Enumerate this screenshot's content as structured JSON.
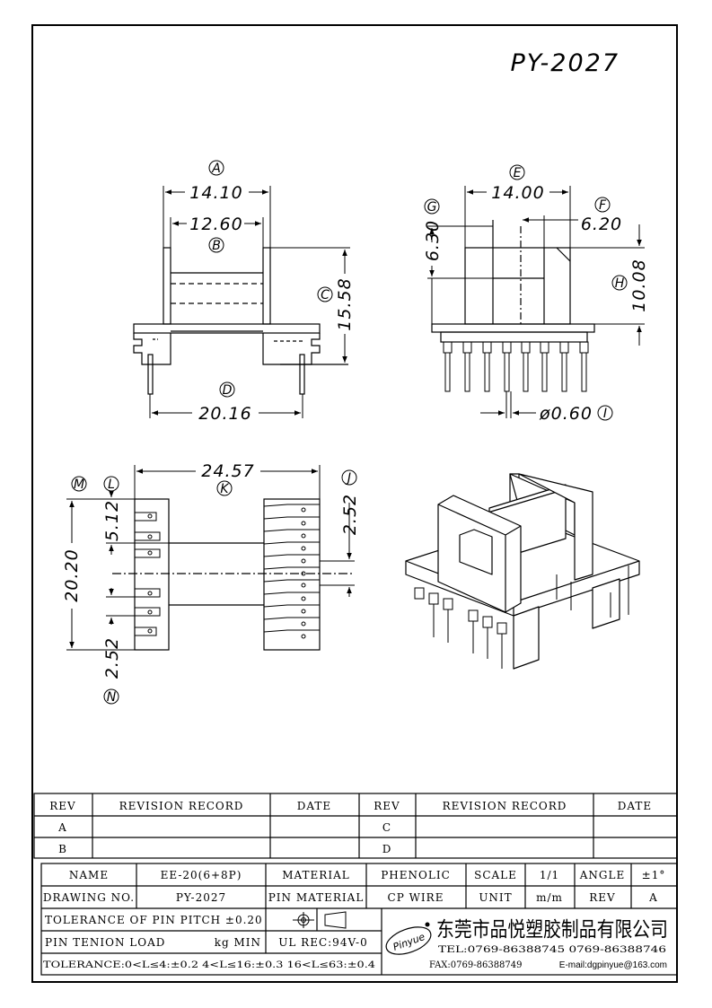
{
  "title": "PY-2027",
  "dimensions": {
    "a": "14.10",
    "b": "12.60",
    "c": "15.58",
    "d": "20.16",
    "e": "14.00",
    "f": "6.20",
    "g": "6.30",
    "h": "10.08",
    "i": "ø0.60",
    "k": "24.57",
    "j": "2.52",
    "l": "5.12",
    "m": "20.20",
    "n": "2.52"
  },
  "markers": {
    "a": "A",
    "b": "B",
    "c": "C",
    "d": "D",
    "e": "E",
    "f": "F",
    "g": "G",
    "h": "H",
    "i": "I",
    "j": "J",
    "k": "K",
    "l": "L",
    "m": "M",
    "n": "N"
  },
  "revision_table": {
    "headers": [
      "REV",
      "REVISION RECORD",
      "DATE",
      "REV",
      "REVISION RECORD",
      "DATE"
    ],
    "left_revs": [
      "A",
      "B"
    ],
    "right_revs": [
      "C",
      "D"
    ]
  },
  "title_block": {
    "name_label": "NAME",
    "name_value": "EE-20(6+8P)",
    "material_label": "MATERIAL",
    "material_value": "PHENOLIC",
    "scale_label": "SCALE",
    "scale_value": "1/1",
    "angle_label": "ANGLE",
    "angle_value": "±1°",
    "drawing_no_label": "DRAWING NO.",
    "drawing_no_value": "PY-2027",
    "pin_material_label": "PIN MATERIAL",
    "pin_material_value": "CP WIRE",
    "unit_label": "UNIT",
    "unit_value": "m/m",
    "rev_label": "REV",
    "rev_value": "A",
    "pin_pitch_tolerance": "TOLERANCE OF PIN PITCH ±0.20",
    "pin_tension_label": "PIN TENION LOAD",
    "pin_tension_unit": "kg MIN",
    "ul_rec": "UL REC:94V-0",
    "general_tolerance": "TOLERANCE:0<L≤4:±0.2  4<L≤16:±0.3  16<L≤63:±0.4",
    "logo_text": "Pinyue",
    "company_name": "东莞市品悦塑胶制品有限公司",
    "tel": "TEL:0769-86388745   0769-86388746",
    "fax": "FAX:0769-86388749",
    "email": "E-mail:dgpinyue@163.com"
  },
  "colors": {
    "ink": "#000000",
    "paper": "#ffffff"
  }
}
